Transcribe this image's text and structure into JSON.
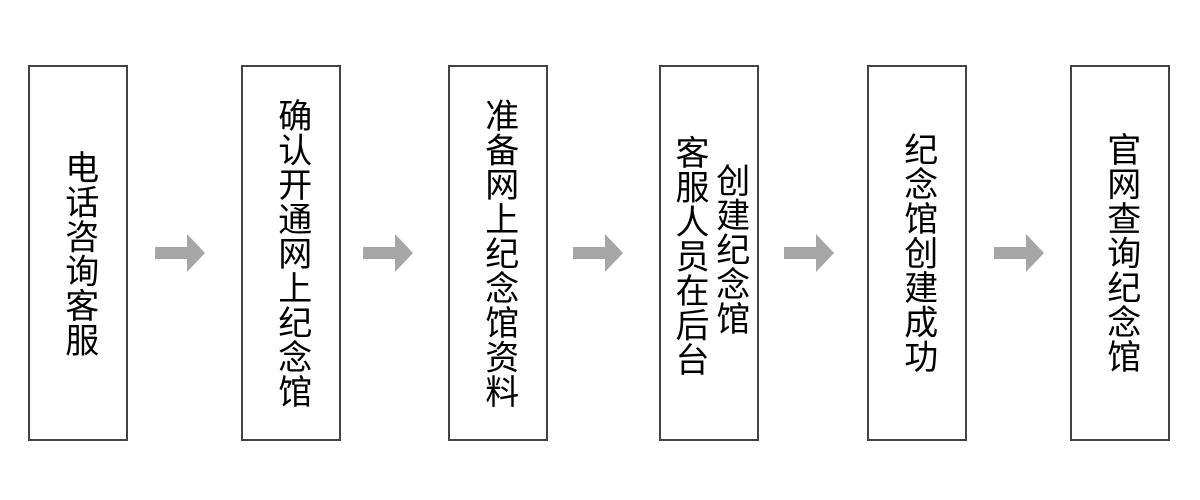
{
  "diagram": {
    "type": "flowchart",
    "orientation": "horizontal-left-to-right",
    "text_direction": "vertical",
    "background_color": "#ffffff",
    "box_border_color": "#434343",
    "arrow_color": "#a6a6a6",
    "text_color": "#000000",
    "nodes": [
      {
        "id": "node-1",
        "step": 1,
        "label": "电话咨询客服",
        "columns": [
          "电话咨询客服"
        ]
      },
      {
        "id": "node-2",
        "step": 2,
        "label": "确认开通网上纪念馆",
        "columns": [
          "确认开通网上纪念馆"
        ]
      },
      {
        "id": "node-3",
        "step": 3,
        "label": "准备网上纪念馆资料",
        "columns": [
          "准备网上纪念馆资料"
        ]
      },
      {
        "id": "node-4",
        "step": 4,
        "label": "客服人员在后台创建纪念馆",
        "columns": [
          "客服人员在后台",
          "创建纪念馆"
        ]
      },
      {
        "id": "node-5",
        "step": 5,
        "label": "纪念馆创建成功",
        "columns": [
          "纪念馆创建成功"
        ]
      },
      {
        "id": "node-6",
        "step": 6,
        "label": "官网查询纪念馆",
        "columns": [
          "官网查询纪念馆"
        ]
      }
    ],
    "connectors": [
      {
        "id": "arrow-1",
        "from": "node-1",
        "to": "node-2",
        "shape": "block-arrow-right"
      },
      {
        "id": "arrow-2",
        "from": "node-2",
        "to": "node-3",
        "shape": "block-arrow-right"
      },
      {
        "id": "arrow-3",
        "from": "node-3",
        "to": "node-4",
        "shape": "block-arrow-right"
      },
      {
        "id": "arrow-4",
        "from": "node-4",
        "to": "node-5",
        "shape": "block-arrow-right"
      },
      {
        "id": "arrow-5",
        "from": "node-5",
        "to": "node-6",
        "shape": "block-arrow-right"
      }
    ]
  }
}
